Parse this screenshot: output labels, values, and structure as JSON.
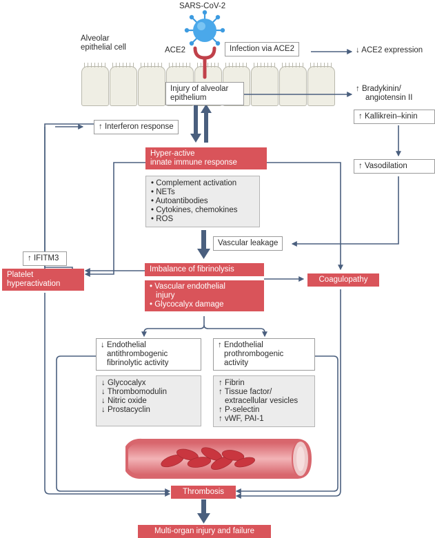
{
  "virus_label": "SARS-CoV-2",
  "cell_label": [
    "Alveolar",
    "epithelial cell"
  ],
  "receptor_label": "ACE2",
  "boxes": {
    "infection": "Infection via ACE2",
    "ace2_expression": "↓ ACE2 expression",
    "injury": [
      "Injury of alveolar",
      "epithelium"
    ],
    "bradykinin": [
      "↑ Bradykinin/",
      "angiotensin II"
    ],
    "kallikrein": "↑ Kallikrein–kinin",
    "interferon": "↑ Interferon response",
    "innate": [
      "Hyper-active",
      "innate immune response"
    ],
    "immune_factors": [
      "• Complement activation",
      "• NETs",
      "• Autoantibodies",
      "• Cytokines, chemokines",
      "• ROS"
    ],
    "vasodilation": "↑ Vasodilation",
    "vascular_leakage": "Vascular leakage",
    "ifitm3": "↑ IFITM3",
    "platelet": [
      "Platelet",
      "hyperactivation"
    ],
    "fibrinolysis": "Imbalance of fibrinolysis",
    "endothelial_injury": [
      "• Vascular endothelial",
      "injury",
      "• Glycocalyx damage"
    ],
    "coagulopathy": "Coagulopathy",
    "anti_activity": [
      "↓ Endothelial",
      "antithrombogenic",
      "fibrinolytic activity"
    ],
    "pro_activity": [
      "↑ Endothelial",
      "prothrombogenic",
      "activity"
    ],
    "anti_factors": [
      "↓ Glycocalyx",
      "↓ Thrombomodulin",
      "↓ Nitric oxide",
      "↓ Prostacyclin"
    ],
    "pro_factors": [
      "↑ Fibrin",
      "↑ Tissue factor/",
      "extracellular vesicles",
      "↑ P-selectin",
      "↑ vWF, PAI-1"
    ],
    "thrombosis": "Thrombosis",
    "outcome": "Multi-organ injury and failure"
  },
  "colors": {
    "red_box": "#d9545a",
    "arrow": "#4a5f7e",
    "virus": "#3d9be0",
    "receptor": "#c0414a",
    "cell_fill": "#efeee4",
    "grey_box": "#ececec",
    "vessel_wall": "#e58a90",
    "blood_cells": "#c9363f"
  }
}
